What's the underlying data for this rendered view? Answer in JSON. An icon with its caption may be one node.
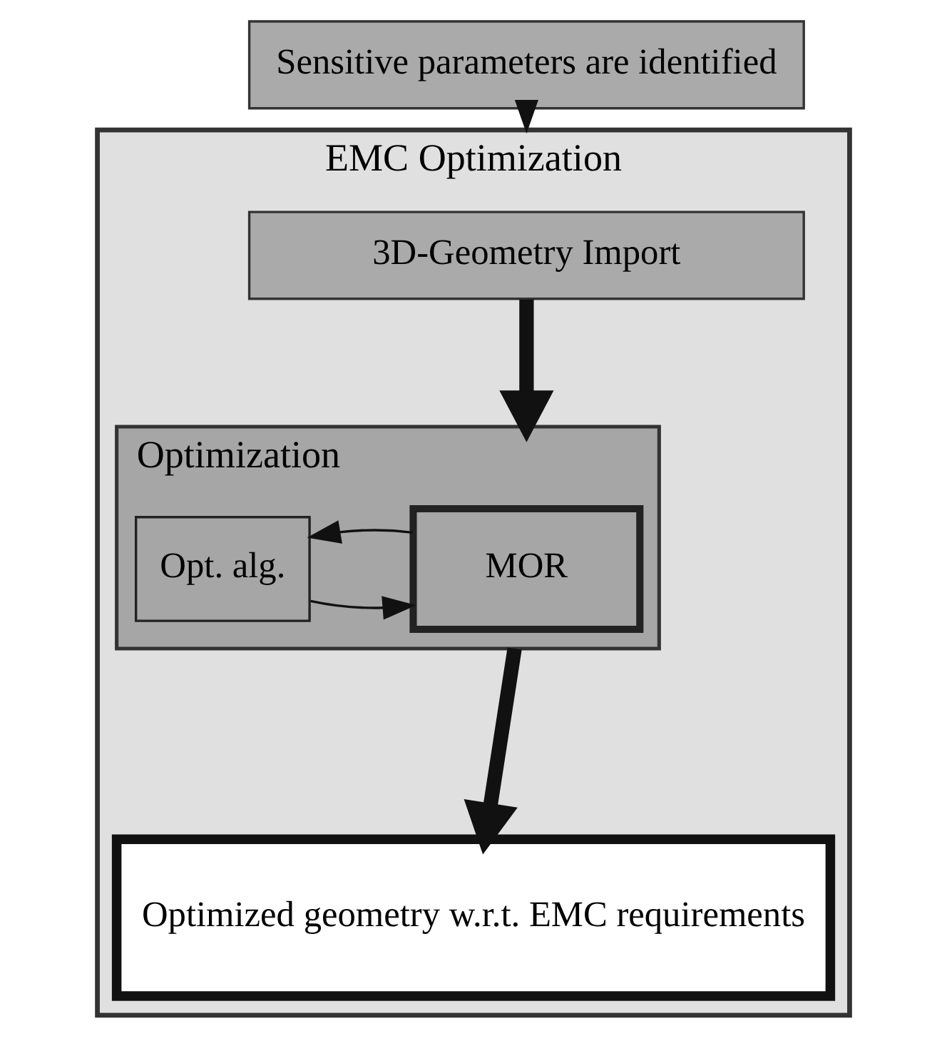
{
  "diagram": {
    "nodes": [
      {
        "text": [
          "EMC Optimization"
        ]
      },
      {
        "text": [
          "3D-Geometry Import"
        ],
        "in": 0
      },
      {
        "text": [
          "Optimization"
        ],
        "in": 0
      },
      {
        "text": [
          "MOR"
        ],
        "in": 2
      },
      {
        "text": [
          "Opt. alg."
        ],
        "in": 2
      },
      {
        "text": [
          "Optimized geometry w.r.t. EMC requirements"
        ],
        "in": 0
      },
      {
        "text": [
          "Sensitive parameters are identified"
        ]
      }
    ],
    "edges": [
      {
        "from": 1,
        "to": 2,
        "arrow": "to",
        "style": "thick"
      },
      {
        "from": 4,
        "to": 3,
        "arrow": "to"
      },
      {
        "from": 3,
        "to": 4,
        "arrow": "to"
      },
      {
        "from": 2,
        "to": 5,
        "arrow": "to",
        "style": "thick"
      },
      {
        "from": 6,
        "to": 0,
        "arrow": "to"
      }
    ]
  }
}
